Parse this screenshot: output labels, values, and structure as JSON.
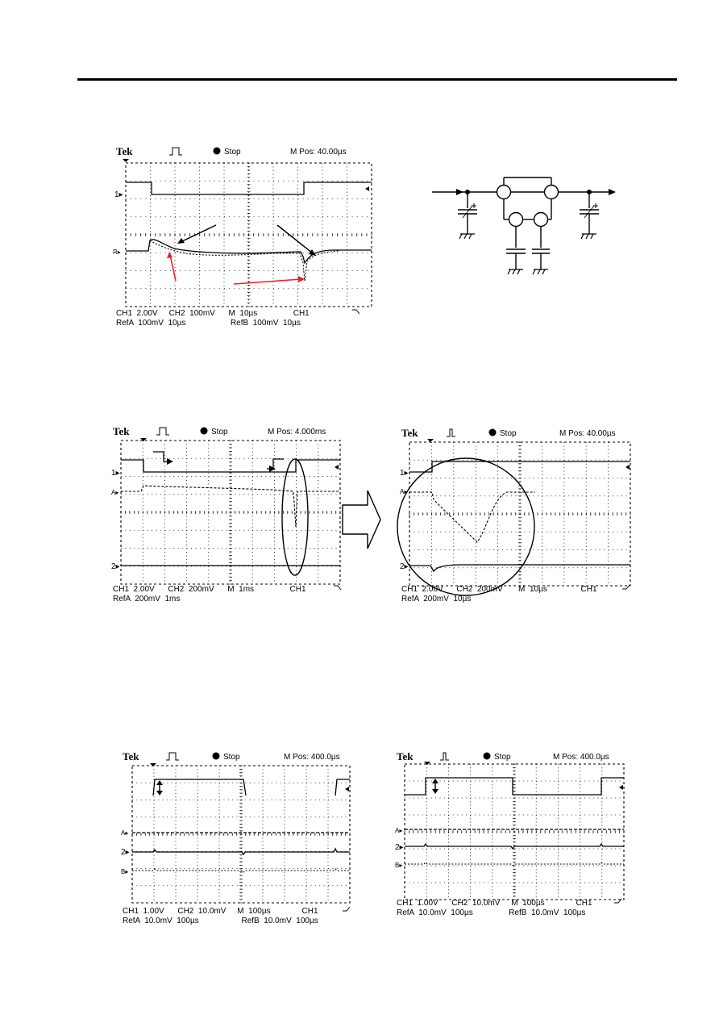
{
  "scopes": [
    {
      "brand": "Tek",
      "state": "Stop",
      "mpos": "M Pos: 40.00µs",
      "footer1": "CH1  2.00V     CH2  100mV      M  10µs                CH1",
      "footer2": "RefA  100mV  10µs                    RefB  100mV  10µs",
      "ch_markers": [
        "1▸",
        "R▸"
      ]
    },
    {
      "brand": "Tek",
      "state": "Stop",
      "mpos": "M Pos: 4.000ms",
      "footer1": "CH1  2.00V      CH2  200mV      M  1ms                CH1",
      "footer2": "RefA  200mV  1ms",
      "ch_markers": [
        "1▸",
        "A▸",
        "2▸"
      ]
    },
    {
      "brand": "Tek",
      "state": "Stop",
      "mpos": "M Pos: 40.00µs",
      "footer1": "CH1  2.00V      CH2  200mV       M  10µs               CH1",
      "footer2": "RefA  200mV  10µs",
      "ch_markers": [
        "1▸",
        "A▸",
        "2▸"
      ]
    },
    {
      "brand": "Tek",
      "state": "Stop",
      "mpos": "M Pos: 400.0µs",
      "footer1": "CH1  1.00V      CH2  10.0mV     M  100µs              CH1",
      "footer2": "RefA  10.0mV  100µs                   RefB  10.0mV  100µs",
      "ch_markers": [
        "A▸",
        "2▸",
        "B▸"
      ]
    },
    {
      "brand": "Tek",
      "state": "Stop",
      "mpos": "M Pos: 400.0µs",
      "footer1": "CH1  1.00V      CH2  10.0mV     M  100µs              CH1",
      "footer2": "RefA  10.0mV  100µs                RefB  10.0mV  100µs",
      "ch_markers": [
        "A▸",
        "2▸",
        "B▸"
      ]
    }
  ],
  "colors": {
    "trace": "#000000",
    "annotation_red": "#e8202a"
  }
}
